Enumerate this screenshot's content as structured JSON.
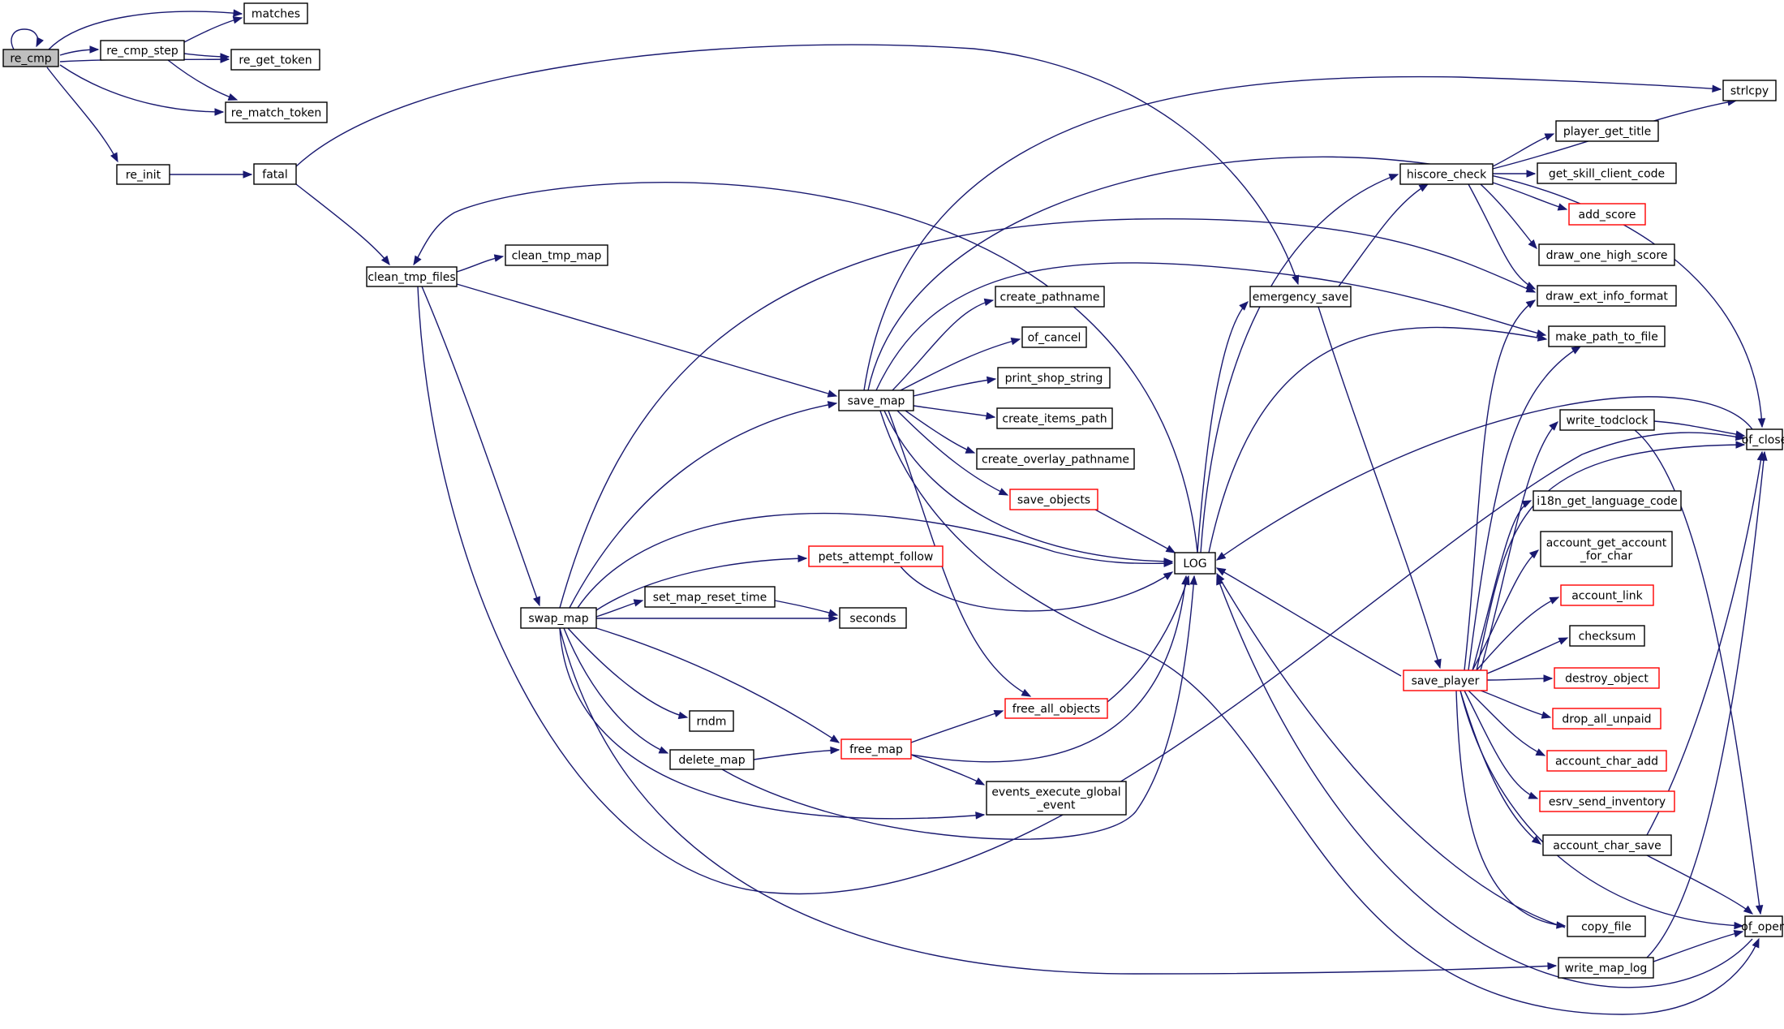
{
  "diagram": {
    "type": "call-graph",
    "edge_color": "#191970",
    "truncated_node_color": "#ff0000",
    "focus_node_color": "#bfbfbf",
    "nodes": [
      {
        "id": "re_cmp",
        "lines": [
          "re_cmp"
        ],
        "style": "focus"
      },
      {
        "id": "matches",
        "lines": [
          "matches"
        ],
        "style": "normal"
      },
      {
        "id": "re_cmp_step",
        "lines": [
          "re_cmp_step"
        ],
        "style": "normal"
      },
      {
        "id": "re_get_token",
        "lines": [
          "re_get_token"
        ],
        "style": "normal"
      },
      {
        "id": "re_match_token",
        "lines": [
          "re_match_token"
        ],
        "style": "normal"
      },
      {
        "id": "re_init",
        "lines": [
          "re_init"
        ],
        "style": "normal"
      },
      {
        "id": "fatal",
        "lines": [
          "fatal"
        ],
        "style": "normal"
      },
      {
        "id": "clean_tmp_files",
        "lines": [
          "clean_tmp_files"
        ],
        "style": "normal"
      },
      {
        "id": "clean_tmp_map",
        "lines": [
          "clean_tmp_map"
        ],
        "style": "normal"
      },
      {
        "id": "save_map",
        "lines": [
          "save_map"
        ],
        "style": "normal"
      },
      {
        "id": "create_pathname",
        "lines": [
          "create_pathname"
        ],
        "style": "normal"
      },
      {
        "id": "of_cancel",
        "lines": [
          "of_cancel"
        ],
        "style": "normal"
      },
      {
        "id": "print_shop_string",
        "lines": [
          "print_shop_string"
        ],
        "style": "normal"
      },
      {
        "id": "create_items_path",
        "lines": [
          "create_items_path"
        ],
        "style": "normal"
      },
      {
        "id": "create_overlay_pathname",
        "lines": [
          "create_overlay_pathname"
        ],
        "style": "normal"
      },
      {
        "id": "save_objects",
        "lines": [
          "save_objects"
        ],
        "style": "truncated"
      },
      {
        "id": "LOG",
        "lines": [
          "LOG"
        ],
        "style": "normal"
      },
      {
        "id": "pets_attempt_follow",
        "lines": [
          "pets_attempt_follow"
        ],
        "style": "truncated"
      },
      {
        "id": "set_map_reset_time",
        "lines": [
          "set_map_reset_time"
        ],
        "style": "normal"
      },
      {
        "id": "seconds",
        "lines": [
          "seconds"
        ],
        "style": "normal"
      },
      {
        "id": "swap_map",
        "lines": [
          "swap_map"
        ],
        "style": "normal"
      },
      {
        "id": "rndm",
        "lines": [
          "rndm"
        ],
        "style": "normal"
      },
      {
        "id": "delete_map",
        "lines": [
          "delete_map"
        ],
        "style": "normal"
      },
      {
        "id": "free_map",
        "lines": [
          "free_map"
        ],
        "style": "truncated"
      },
      {
        "id": "free_all_objects",
        "lines": [
          "free_all_objects"
        ],
        "style": "truncated"
      },
      {
        "id": "events_execute_global_event",
        "lines": [
          "events_execute_global",
          "_event"
        ],
        "style": "normal"
      },
      {
        "id": "emergency_save",
        "lines": [
          "emergency_save"
        ],
        "style": "normal"
      },
      {
        "id": "hiscore_check",
        "lines": [
          "hiscore_check"
        ],
        "style": "normal"
      },
      {
        "id": "save_player",
        "lines": [
          "save_player"
        ],
        "style": "truncated"
      },
      {
        "id": "strlcpy",
        "lines": [
          "strlcpy"
        ],
        "style": "normal"
      },
      {
        "id": "player_get_title",
        "lines": [
          "player_get_title"
        ],
        "style": "normal"
      },
      {
        "id": "get_skill_client_code",
        "lines": [
          "get_skill_client_code"
        ],
        "style": "normal"
      },
      {
        "id": "add_score",
        "lines": [
          "add_score"
        ],
        "style": "truncated"
      },
      {
        "id": "draw_one_high_score",
        "lines": [
          "draw_one_high_score"
        ],
        "style": "normal"
      },
      {
        "id": "draw_ext_info_format",
        "lines": [
          "draw_ext_info_format"
        ],
        "style": "normal"
      },
      {
        "id": "make_path_to_file",
        "lines": [
          "make_path_to_file"
        ],
        "style": "normal"
      },
      {
        "id": "write_todclock",
        "lines": [
          "write_todclock"
        ],
        "style": "normal"
      },
      {
        "id": "of_close",
        "lines": [
          "of_close"
        ],
        "style": "normal"
      },
      {
        "id": "i18n_get_language_code",
        "lines": [
          "i18n_get_language_code"
        ],
        "style": "normal"
      },
      {
        "id": "account_get_account_for_char",
        "lines": [
          "account_get_account",
          "_for_char"
        ],
        "style": "normal"
      },
      {
        "id": "account_link",
        "lines": [
          "account_link"
        ],
        "style": "truncated"
      },
      {
        "id": "checksum",
        "lines": [
          "checksum"
        ],
        "style": "normal"
      },
      {
        "id": "destroy_object",
        "lines": [
          "destroy_object"
        ],
        "style": "truncated"
      },
      {
        "id": "drop_all_unpaid",
        "lines": [
          "drop_all_unpaid"
        ],
        "style": "truncated"
      },
      {
        "id": "account_char_add",
        "lines": [
          "account_char_add"
        ],
        "style": "truncated"
      },
      {
        "id": "esrv_send_inventory",
        "lines": [
          "esrv_send_inventory"
        ],
        "style": "truncated"
      },
      {
        "id": "account_char_save",
        "lines": [
          "account_char_save"
        ],
        "style": "normal"
      },
      {
        "id": "copy_file",
        "lines": [
          "copy_file"
        ],
        "style": "normal"
      },
      {
        "id": "of_open",
        "lines": [
          "of_open"
        ],
        "style": "normal"
      },
      {
        "id": "write_map_log",
        "lines": [
          "write_map_log"
        ],
        "style": "normal"
      }
    ]
  }
}
